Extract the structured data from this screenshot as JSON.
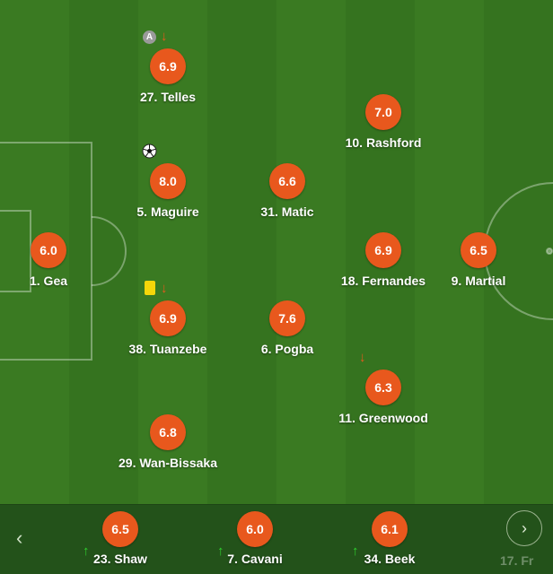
{
  "lineup": {
    "gk": {
      "rating": "6.0",
      "name": "1. Gea"
    },
    "telles": {
      "rating": "6.9",
      "name": "27. Telles"
    },
    "maguire": {
      "rating": "8.0",
      "name": "5. Maguire"
    },
    "tuanzebe": {
      "rating": "6.9",
      "name": "38. Tuanzebe"
    },
    "wanbissaka": {
      "rating": "6.8",
      "name": "29. Wan-Bissaka"
    },
    "matic": {
      "rating": "6.6",
      "name": "31. Matic"
    },
    "pogba": {
      "rating": "7.6",
      "name": "6. Pogba"
    },
    "rashford": {
      "rating": "7.0",
      "name": "10. Rashford"
    },
    "fernandes": {
      "rating": "6.9",
      "name": "18. Fernandes"
    },
    "greenwood": {
      "rating": "6.3",
      "name": "11. Greenwood"
    },
    "martial": {
      "rating": "6.5",
      "name": "9. Martial"
    }
  },
  "badges": {
    "captain": "A",
    "goal_icon": "soccer-ball-icon",
    "card": "yellow-card",
    "sub_out_icon": "arrow-down-icon",
    "sub_in_icon": "arrow-up-icon"
  },
  "bench": {
    "subs": [
      {
        "rating": "6.5",
        "name": "23. Shaw"
      },
      {
        "rating": "6.0",
        "name": "7. Cavani"
      },
      {
        "rating": "6.1",
        "name": "34. Beek"
      }
    ],
    "partial_next": "17. Fr",
    "prev_icon": "‹",
    "next_icon": "›"
  },
  "colors": {
    "rating_badge": "#e8581d",
    "sub_in": "#2ed12e",
    "sub_out": "#e8581d",
    "yellow_card": "#f5d60a",
    "captain": "#9a9a9a"
  }
}
